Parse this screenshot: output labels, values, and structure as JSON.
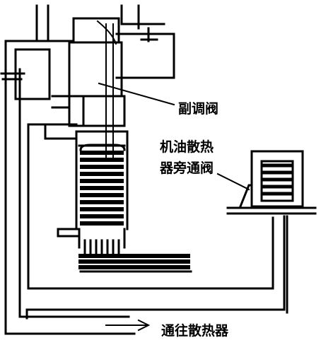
{
  "labels": {
    "auxiliary_valve": "副调阀",
    "bypass_line1": "机油散热",
    "bypass_line2": "器旁通阀",
    "to_radiator": "通往散热器"
  }
}
